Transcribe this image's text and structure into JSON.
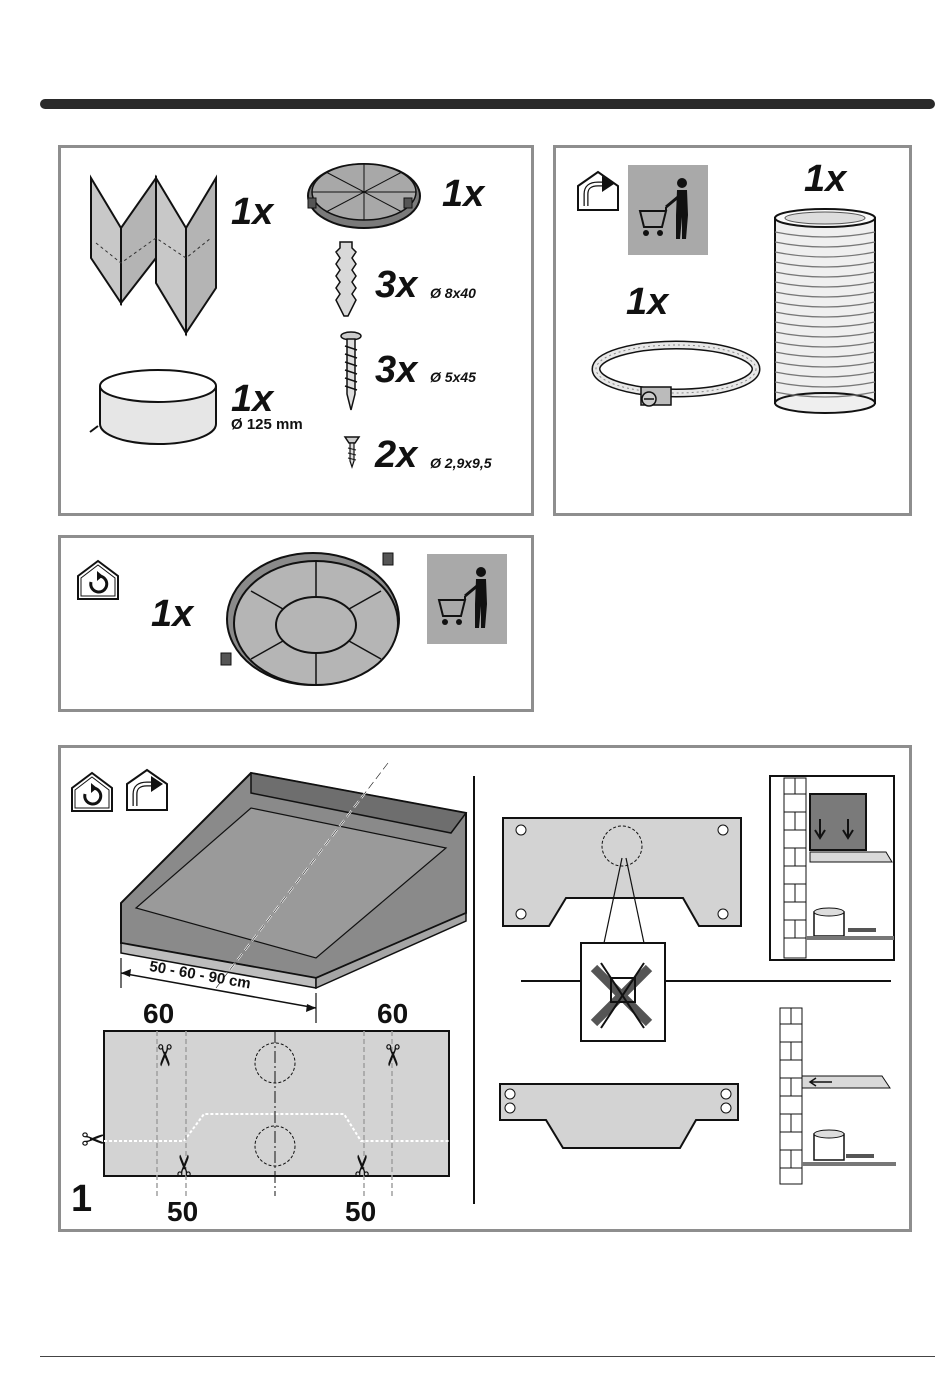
{
  "panel_accessories": {
    "filter_qty": "1x",
    "valve_qty": "1x",
    "flange_qty": "1x",
    "flange_size": "Ø 125 mm",
    "plug": {
      "qty": "3x",
      "size": "Ø 8x40"
    },
    "screw_long": {
      "qty": "3x",
      "size": "Ø 5x45"
    },
    "screw_short": {
      "qty": "2x",
      "size": "Ø 2,9x9,5"
    }
  },
  "panel_extraction": {
    "duct_qty": "1x",
    "clamp_qty": "1x",
    "icons": [
      "ducting-mode-icon",
      "shopping-cart-person-icon"
    ]
  },
  "panel_recirculation": {
    "charcoal_filter_qty": "1x",
    "icons": [
      "recirculation-mode-icon",
      "shopping-cart-person-icon"
    ]
  },
  "panel_installation": {
    "step_number": "1",
    "width_options": "50 - 60 - 90 cm",
    "cut_labels": {
      "top_left": "60",
      "top_right": "60",
      "bottom_left": "50",
      "bottom_right": "50"
    },
    "icons": [
      "recirculation-mode-icon",
      "ducting-mode-icon",
      "scissors-icon",
      "no-tools-icon"
    ]
  }
}
